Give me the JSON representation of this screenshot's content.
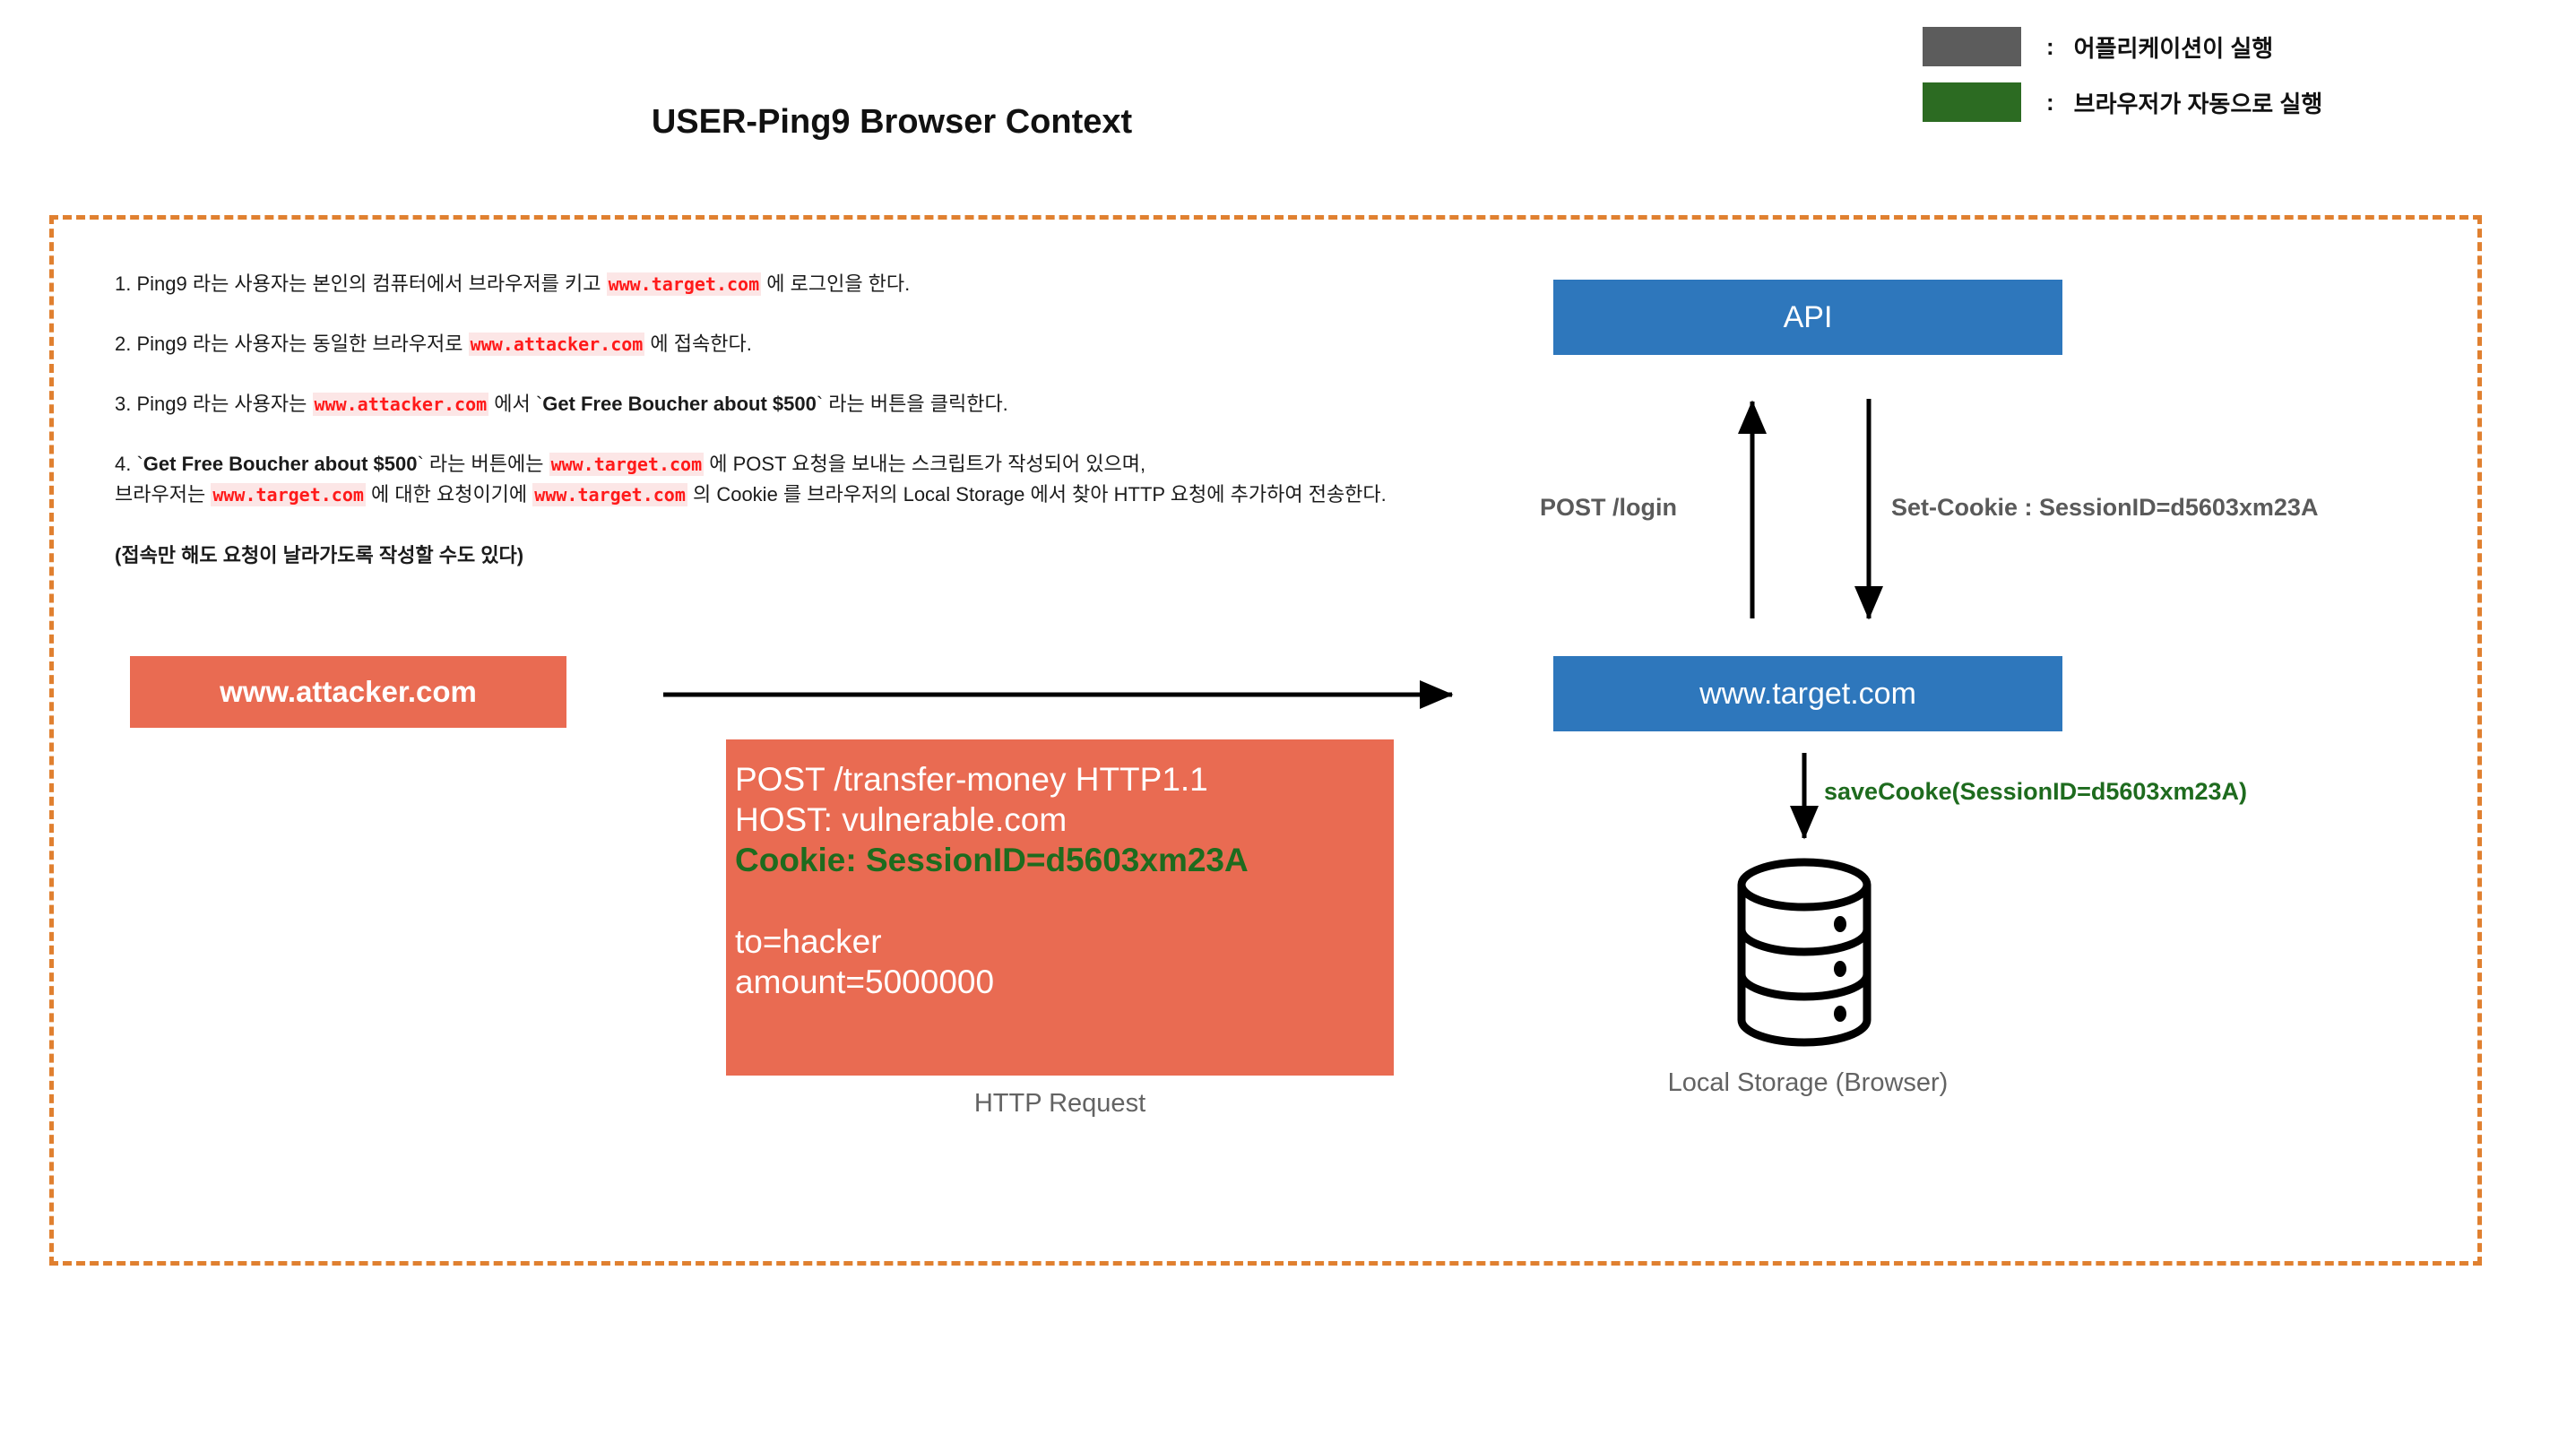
{
  "title": "USER-Ping9 Browser Context",
  "legend": {
    "items": [
      {
        "color": "#5C5C5C",
        "separator": ":",
        "label": "어플리케이션이 실행"
      },
      {
        "color": "#2C6B22",
        "separator": ":",
        "label": "브라우저가 자동으로 실행"
      }
    ]
  },
  "steps": {
    "step1": {
      "pre": "1. Ping9 라는 사용자는 본인의 컴퓨터에서 브라우저를 키고 ",
      "url": "www.target.com",
      "post": " 에 로그인을 한다."
    },
    "step2": {
      "pre": "2. Ping9 라는 사용자는 동일한 브라우저로 ",
      "url": "www.attacker.com",
      "post": " 에 접속한다."
    },
    "step3": {
      "pre": "3. Ping9 라는 사용자는 ",
      "url": "www.attacker.com",
      "mid": " 에서 `",
      "button": "Get Free Boucher about $500",
      "post": "` 라는 버튼을 클릭한다."
    },
    "step4": {
      "pre": "4. `",
      "button": "Get Free Boucher about $500",
      "mid1": "` 라는 버튼에는 ",
      "url1": "www.target.com",
      "mid2": " 에 POST 요청을 보내는 스크립트가 작성되어 있으며,",
      "line2_pre": "브라우저는 ",
      "url2": "www.target.com",
      "line2_mid1": " 에 대한 요청이기에 ",
      "url3": "www.target.com",
      "line2_post": " 의 Cookie 를 브라우저의 Local Storage 에서 찾아 HTTP 요청에 추가하여 전송한다."
    },
    "note": "(접속만 해도 요청이 날라가도록 작성할 수도 있다)"
  },
  "nodes": {
    "api": "API",
    "target": "www.target.com",
    "attacker": "www.attacker.com"
  },
  "flows": {
    "post_login": "POST /login",
    "set_cookie": "Set-Cookie : SessionID=d5603xm23A",
    "save_cookie": "saveCooke(SessionID=d5603xm23A)"
  },
  "http_request": {
    "lines": [
      "POST /transfer-money HTTP1.1",
      "HOST: vulnerable.com",
      "Cookie: SessionID=d5603xm23A",
      " ",
      "to=hacker",
      "amount=5000000"
    ],
    "caption": "HTTP Request"
  },
  "local_storage": {
    "caption": "Local Storage (Browser)"
  },
  "colors": {
    "salmon": "#E96B52",
    "blue": "#2E77BC",
    "green": "#1E6B1E",
    "frame_orange": "#E08030",
    "url_red": "#FF1A1A",
    "gray_text": "#5A5A5A"
  }
}
